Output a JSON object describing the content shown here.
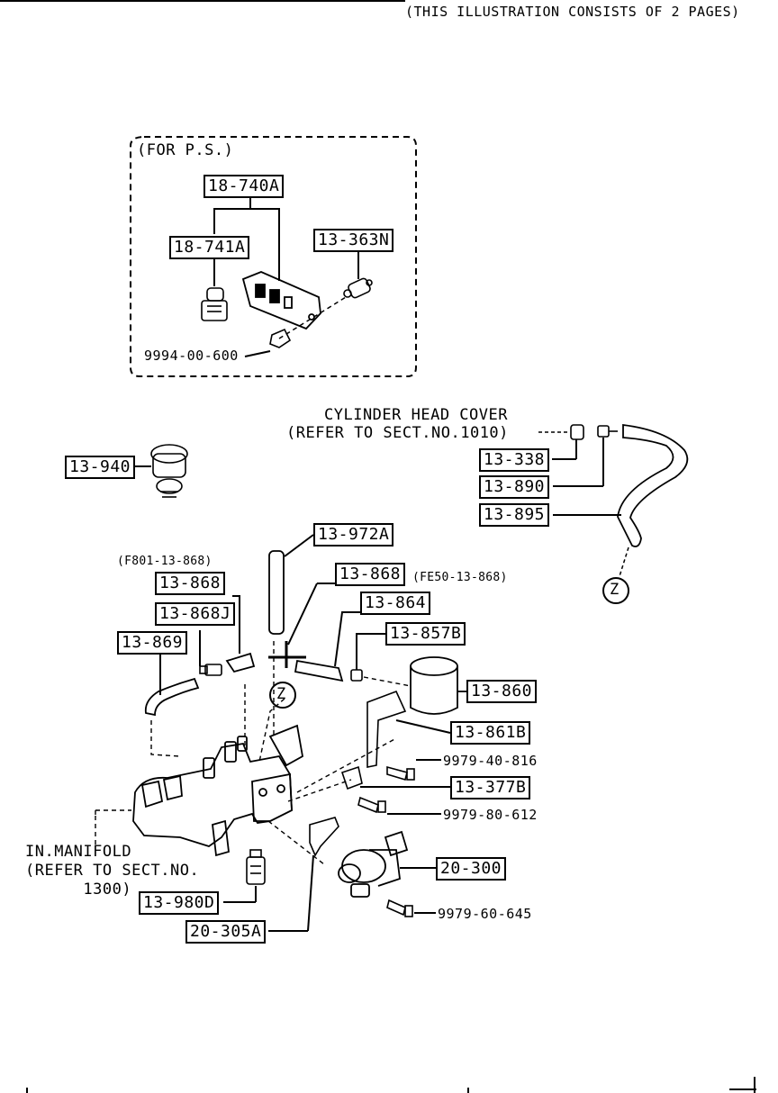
{
  "header": {
    "note": "(THIS ILLUSTRATION CONSISTS OF  2 PAGES)"
  },
  "inset": {
    "caption": "(FOR P.S.)",
    "parts": [
      "18-740A",
      "18-741A",
      "13-363N"
    ],
    "bolt": "9994-00-600"
  },
  "labels": {
    "cyl_head_line1": "CYLINDER HEAD COVER",
    "cyl_head_line2": "(REFER TO SECT.NO.1010)",
    "alt_f801": "(F801-13-868)",
    "alt_fe50": "(FE50-13-868)",
    "manifold": "IN.MANIFOLD\n(REFER TO SECT.NO.\n      1300)",
    "ref_z": "Z"
  },
  "parts": {
    "p13940": "13-940",
    "p13338": "13-338",
    "p13890": "13-890",
    "p13895": "13-895",
    "p13972A": "13-972A",
    "p13868a": "13-868",
    "p13868b": "13-868",
    "p13864": "13-864",
    "p13868J": "13-868J",
    "p13857B": "13-857B",
    "p13869": "13-869",
    "p13860": "13-860",
    "p13861B": "13-861B",
    "p13377B": "13-377B",
    "p20300": "20-300",
    "p13980D": "13-980D",
    "p20305A": "20-305A"
  },
  "bolts": {
    "b1": "9979-40-816",
    "b2": "9979-80-612",
    "b3": "9979-60-645"
  }
}
